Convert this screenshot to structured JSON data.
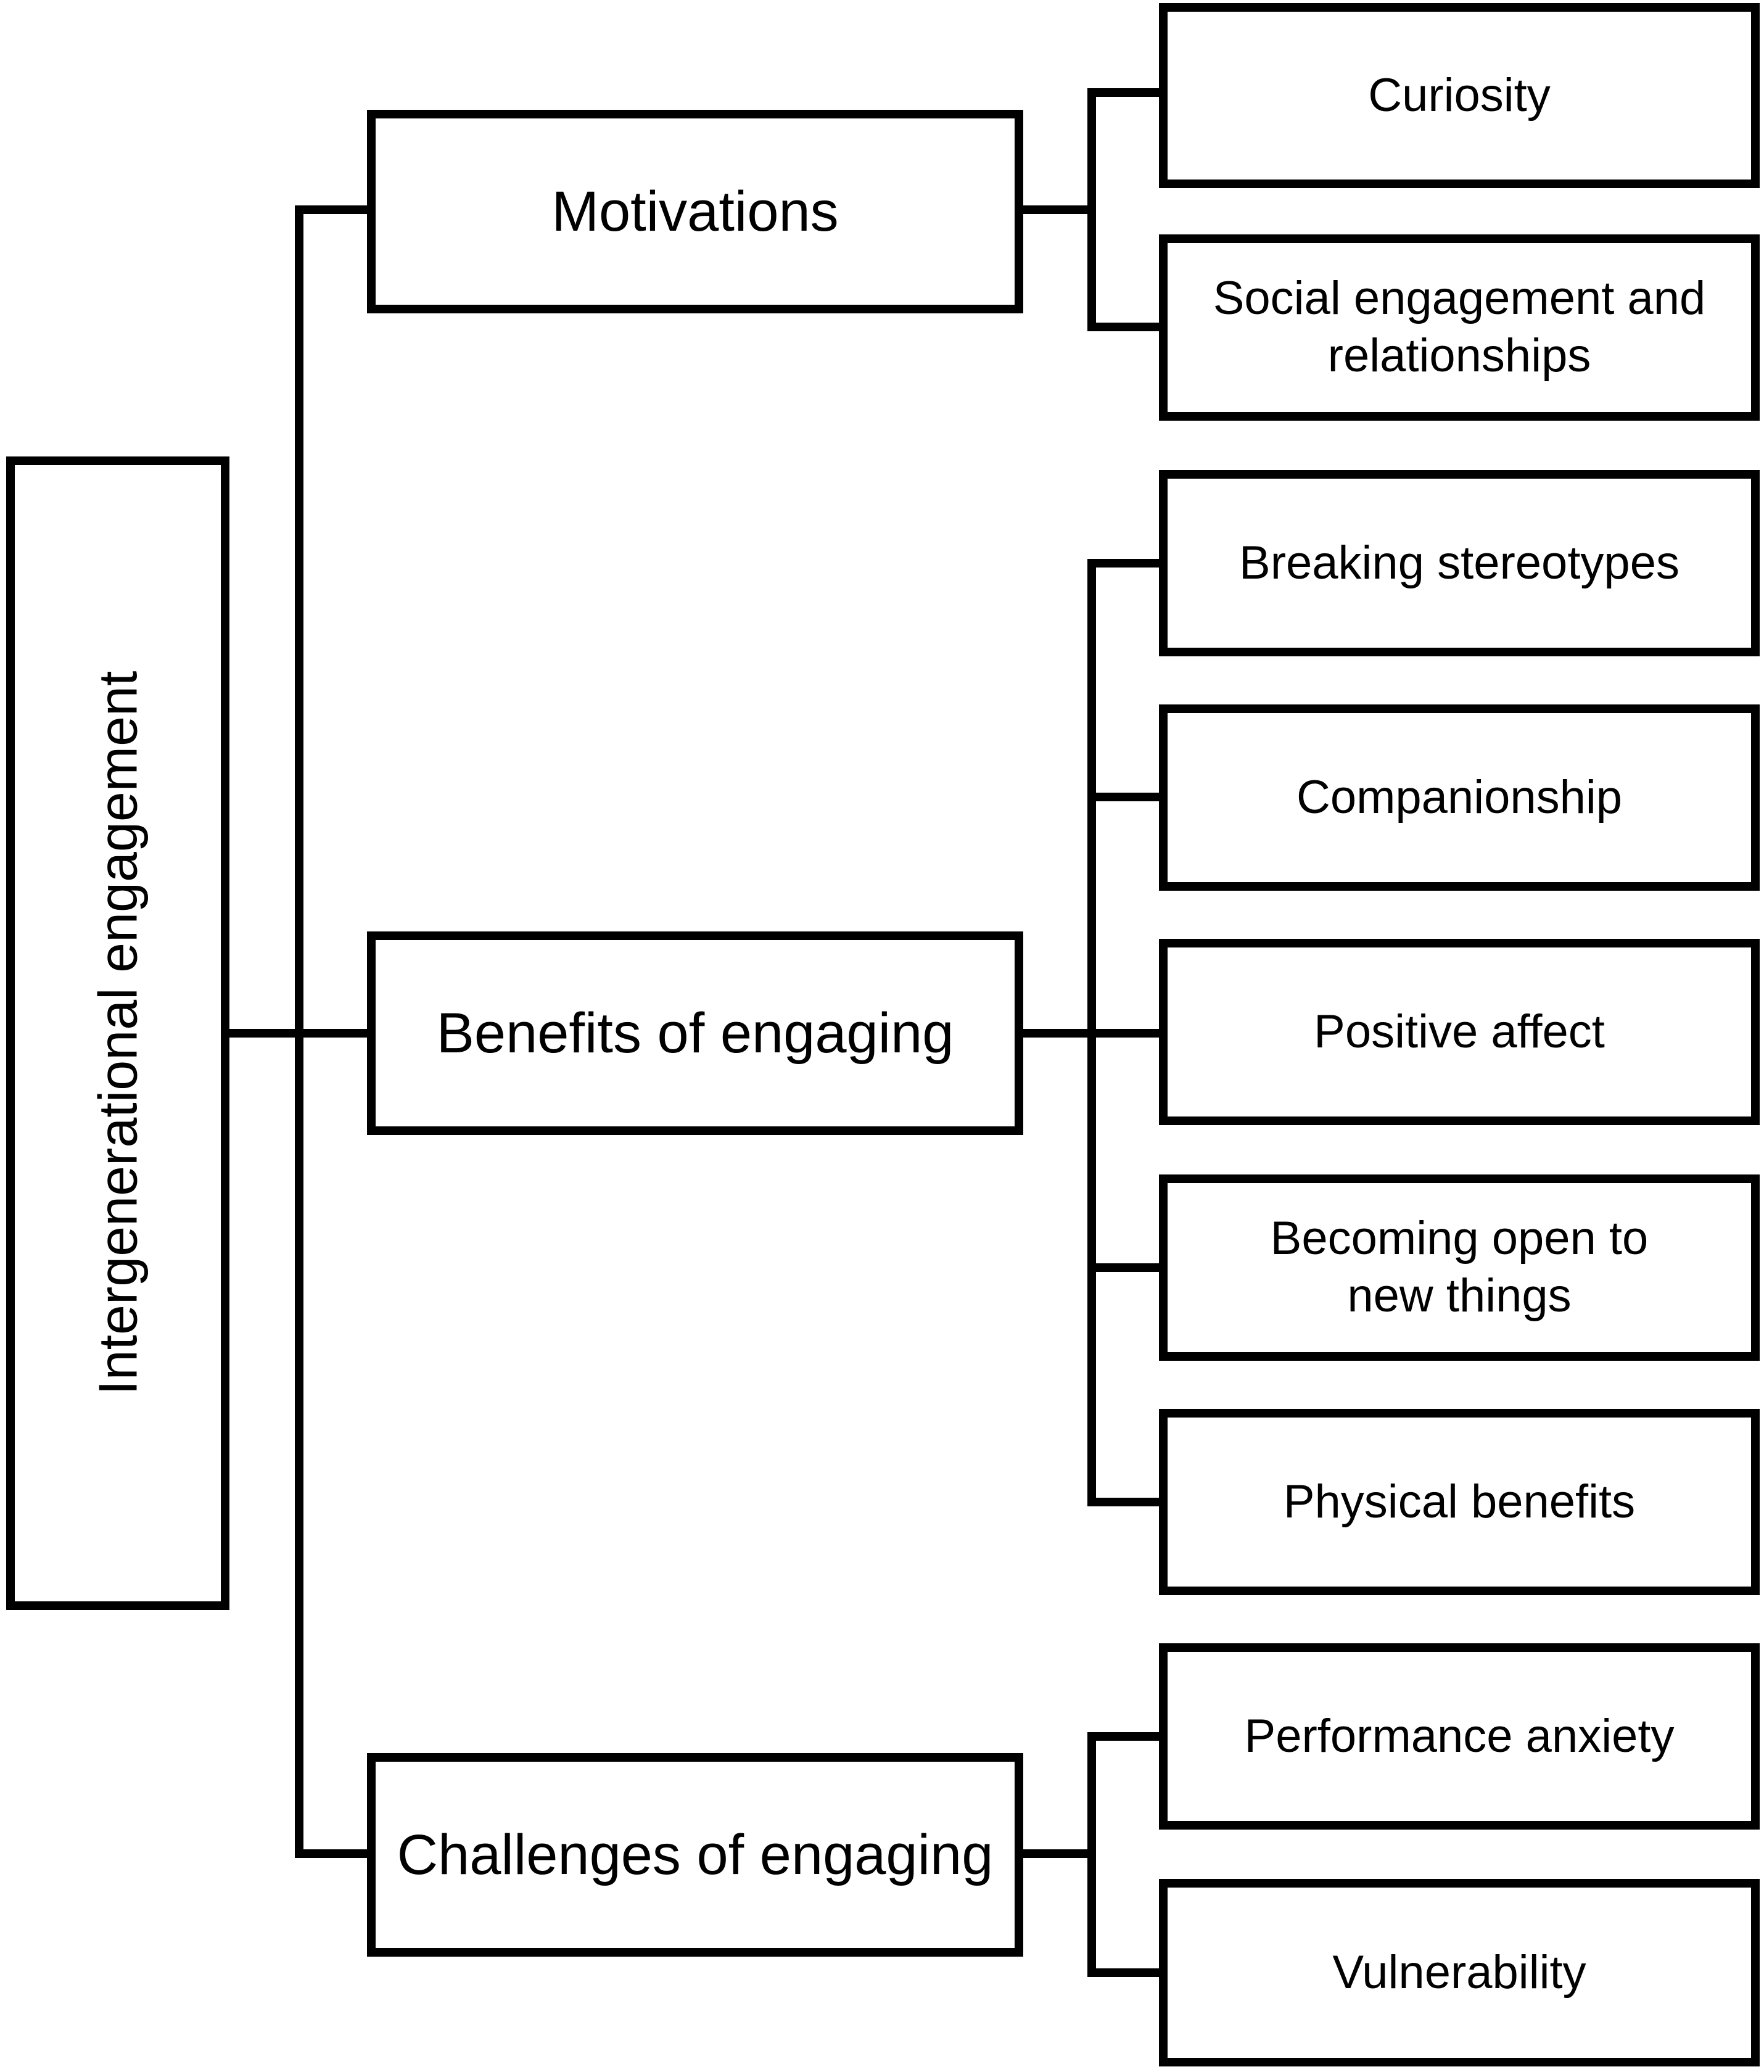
{
  "diagram": {
    "root": {
      "label": "Intergenerational engagement"
    },
    "categories": [
      {
        "label": "Motivations",
        "children": [
          {
            "label": "Curiosity"
          },
          {
            "label": "Social engagement and\nrelationships"
          }
        ]
      },
      {
        "label": "Benefits of engaging",
        "children": [
          {
            "label": "Breaking stereotypes"
          },
          {
            "label": "Companionship"
          },
          {
            "label": "Positive affect"
          },
          {
            "label": "Becoming open to\nnew things"
          },
          {
            "label": "Physical benefits"
          }
        ]
      },
      {
        "label": "Challenges of engaging",
        "children": [
          {
            "label": "Performance anxiety"
          },
          {
            "label": "Vulnerability"
          }
        ]
      }
    ]
  },
  "colors": {
    "stroke": "#000000",
    "background": "#ffffff"
  }
}
